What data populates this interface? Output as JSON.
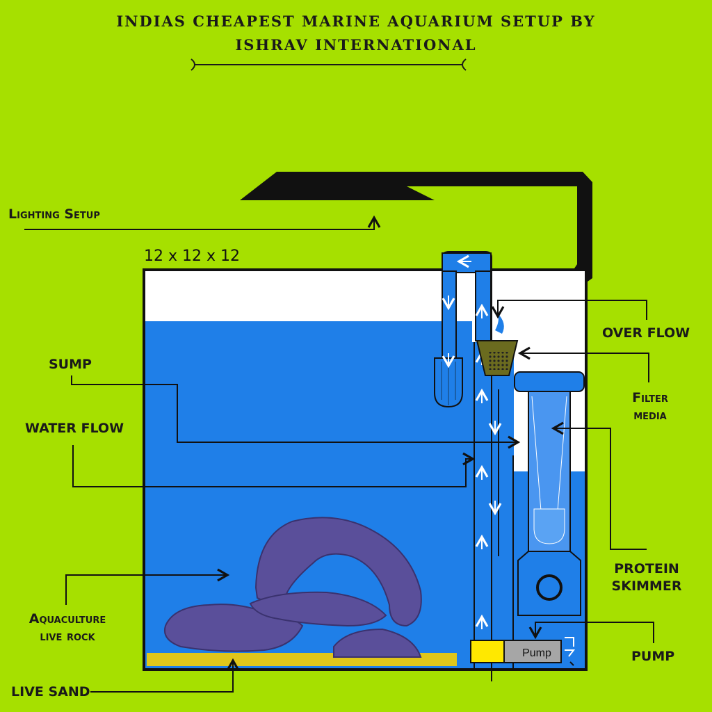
{
  "header": {
    "title_line1": "INDIAS CHEAPEST MARINE AQUARIUM SETUP BY",
    "title_line2": "ISHRAV INTERNATIONAL"
  },
  "labels": {
    "lighting": "Lighting Setup",
    "dimensions": "12 x 12 x 12",
    "sump": "SUMP",
    "water_flow": "WATER FLOW",
    "aquaculture_1": "Aquaculture",
    "aquaculture_2": "live rock",
    "live_sand": "LIVE SAND",
    "overflow": "OVER FLOW",
    "filter_1": "Filter",
    "filter_2": "media",
    "skimmer_1": "PROTEIN",
    "skimmer_2": "SKIMMER",
    "pump_label": "PUMP",
    "pump_box": "Pump"
  },
  "colors": {
    "background": "#a6e000",
    "water": "#1f7fe8",
    "sand": "#e0c61a",
    "rock": "#5a4f9a",
    "outline": "#111111"
  }
}
